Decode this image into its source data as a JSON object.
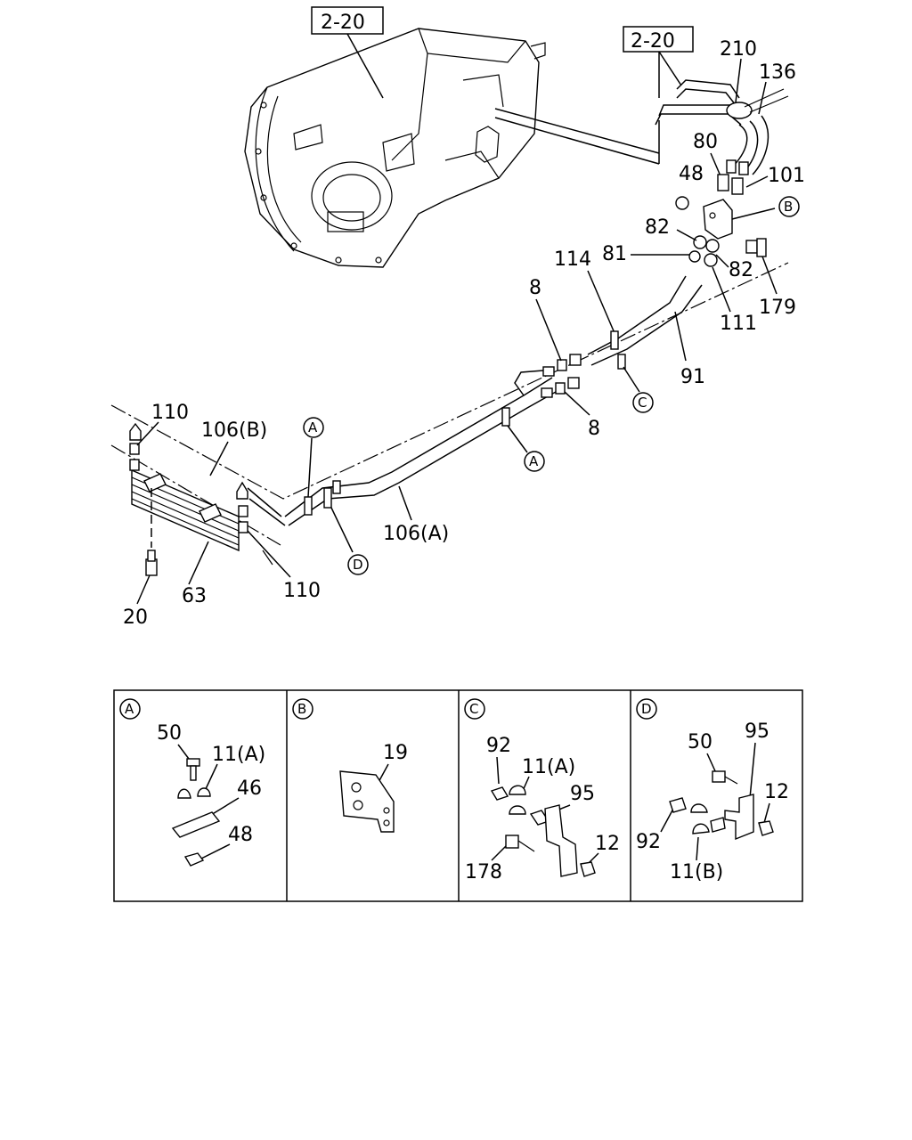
{
  "ref_boxes": [
    "2-20",
    "2-20"
  ],
  "callouts": {
    "c210": "210",
    "c136": "136",
    "c80": "80",
    "c48": "48",
    "c101": "101",
    "c82a": "82",
    "c82b": "82",
    "c81": "81",
    "c114": "114",
    "c179": "179",
    "c8a": "8",
    "c8b": "8",
    "c111": "111",
    "c91": "91",
    "c110a": "110",
    "c110b": "110",
    "c106b": "106(B)",
    "c106a": "106(A)",
    "c63": "63",
    "c20": "20"
  },
  "markers": {
    "A": "A",
    "B": "B",
    "C": "C",
    "D": "D"
  },
  "details": {
    "A": {
      "letter": "A",
      "labels": [
        "50",
        "11(A)",
        "46",
        "48"
      ]
    },
    "B": {
      "letter": "B",
      "labels": [
        "19"
      ]
    },
    "C": {
      "letter": "C",
      "labels": [
        "92",
        "11(A)",
        "95",
        "178",
        "12"
      ]
    },
    "D": {
      "letter": "D",
      "labels": [
        "50",
        "95",
        "12",
        "92",
        "11(B)"
      ]
    }
  }
}
